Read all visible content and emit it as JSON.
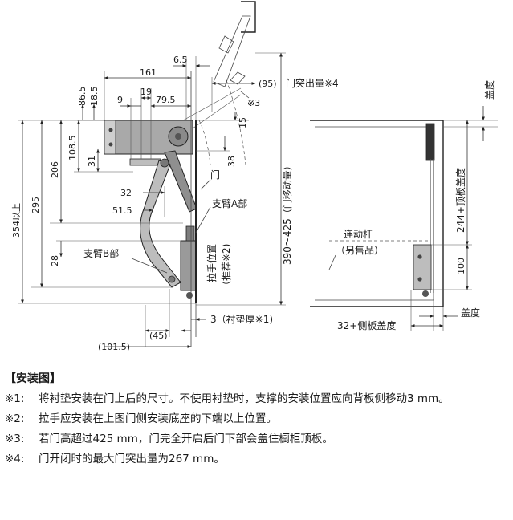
{
  "diagram": {
    "dims": {
      "d161": "161",
      "d6_5": "6.5",
      "d95": "(95)",
      "door_protrusion": "门突出量※4",
      "ref3": "※3",
      "d86_5": "86.5",
      "d18_5": "18.5",
      "d9": "9",
      "d19": "19",
      "d79_5": "79.5",
      "d15": "15",
      "d108_5": "108.5",
      "d31": "31",
      "d38": "38",
      "d206": "206",
      "d295": "295",
      "d354": "354以上",
      "d32": "32",
      "d51_5": "51.5",
      "d28": "28",
      "d45": "(45)",
      "d101_5": "(101.5)",
      "d3": "3（衬垫厚※1)",
      "d390": "390～425（门移动量）",
      "gaidu_top": "盖度",
      "d244": "244+顶板盖度",
      "d100": "100",
      "gaidu_bottom": "盖度",
      "d32_side": "32+侧板盖度"
    },
    "labels": {
      "door": "门",
      "arm_a": "支臂A部",
      "arm_b": "支臂B部",
      "handle_pos": "拉手位置",
      "recommend": "（推荐※2)",
      "link_rod": "连动杆",
      "sold_separately": "（另售品）"
    }
  },
  "notes": {
    "title": "【安装图】",
    "items": [
      {
        "mark": "※1:",
        "text": "将衬垫安装在门上后的尺寸。不使用衬垫时，支撑的安装位置应向背板侧移动3 mm。"
      },
      {
        "mark": "※2:",
        "text": "拉手应安装在上图门侧安装底座的下端以上位置。"
      },
      {
        "mark": "※3:",
        "text": "若门高超过425 mm，门完全开启后门下部会盖住橱柜顶板。"
      },
      {
        "mark": "※4:",
        "text": "门开闭时的最大门突出量为267 mm。"
      }
    ]
  }
}
